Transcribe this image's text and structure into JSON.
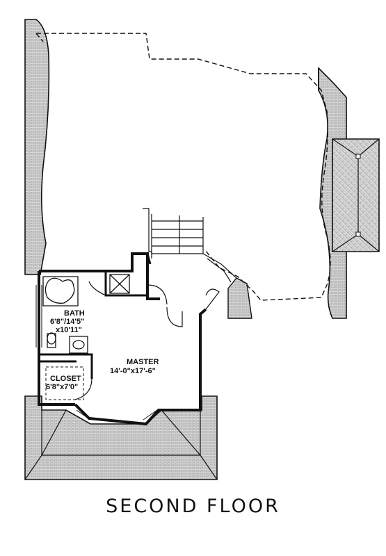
{
  "title": "SECOND FLOOR",
  "rooms": {
    "bath": {
      "name": "BATH",
      "size_line1": "6'8\"/14'5\"",
      "size_line2": "x10'11\""
    },
    "master": {
      "name": "MASTER",
      "size": "14'-0\"x17'-6\""
    },
    "closet": {
      "name": "CLOSET",
      "size": "6'8\"x7'0\""
    }
  },
  "colors": {
    "line": "#111111",
    "roof_fill": "#d4d4d4",
    "background": "#ffffff"
  }
}
